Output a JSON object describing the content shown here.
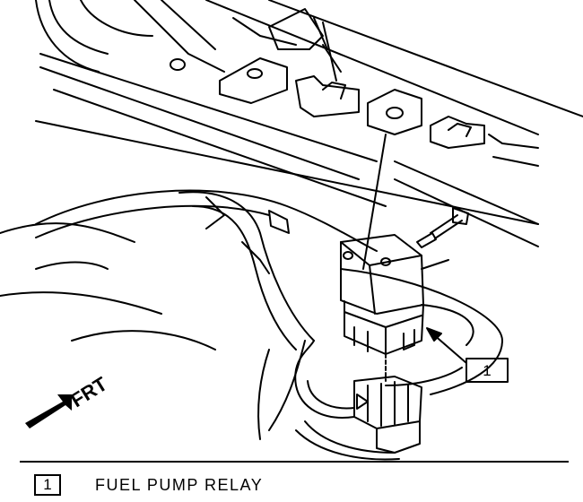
{
  "diagram": {
    "direction_label": "FRT",
    "callout_number": "1"
  },
  "legend": {
    "items": [
      {
        "number": "1",
        "label": "FUEL PUMP RELAY"
      }
    ]
  },
  "colors": {
    "line": "#000000",
    "background": "#ffffff"
  }
}
